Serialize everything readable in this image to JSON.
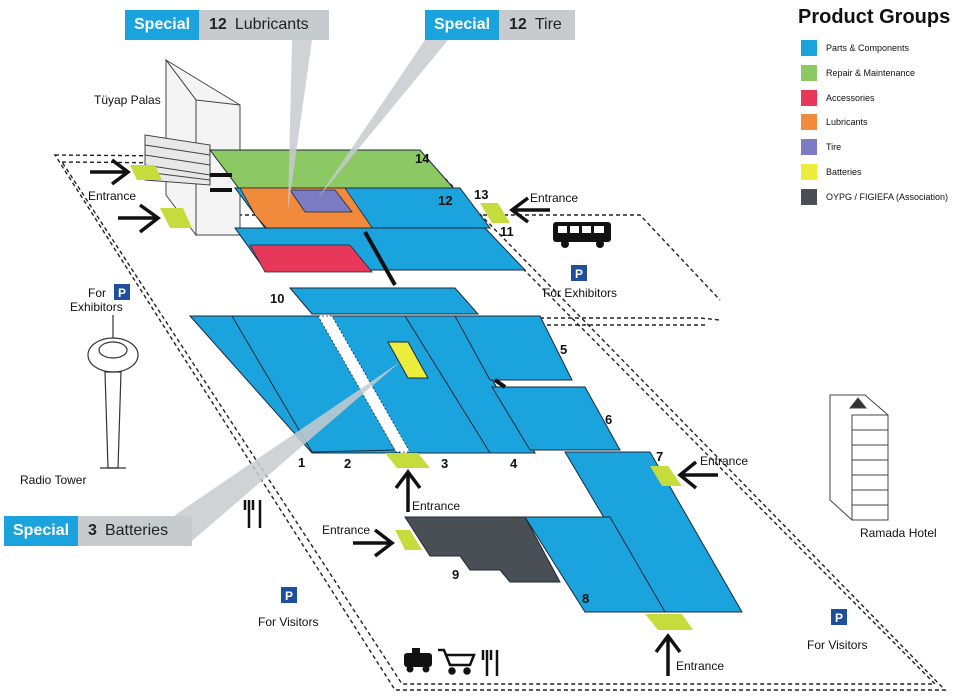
{
  "callouts": [
    {
      "special": "Special",
      "number": "12",
      "label": "Lubricants"
    },
    {
      "special": "Special",
      "number": "12",
      "label": "Tire"
    },
    {
      "special": "Special",
      "number": "3",
      "label": "Batteries"
    }
  ],
  "legend": {
    "title": "Product Groups",
    "items": [
      {
        "label": "Parts & Components",
        "color": "#1aa3dc"
      },
      {
        "label": "Repair & Maintenance",
        "color": "#8cc864"
      },
      {
        "label": "Accessories",
        "color": "#e8385a"
      },
      {
        "label": "Lubricants",
        "color": "#f28a3c"
      },
      {
        "label": "Tire",
        "color": "#7c7cc4"
      },
      {
        "label": "Batteries",
        "color": "#ecec3c"
      },
      {
        "label": "OYPG / FIGIEFA (Association)",
        "color": "#4a4f55"
      }
    ]
  },
  "colors": {
    "entrance_pad": "#c5dc3c",
    "parking_badge": "#1f4f9c",
    "callout_grey": "#c8cbce"
  },
  "halls": [
    "1",
    "2",
    "3",
    "4",
    "5",
    "6",
    "7",
    "8",
    "9",
    "10",
    "11",
    "12",
    "13",
    "14"
  ],
  "labels": {
    "entrance": "Entrance",
    "parking_symbol": "P",
    "for_exhibitors": "For Exhibitors",
    "for_exhibitors_line1": "For",
    "for_exhibitors_line2": "Exhibitors",
    "for_visitors": "For Visitors",
    "radio_tower": "Radio Tower",
    "tuyap_palas": "Tüyap Palas",
    "ramada_hotel": "Ramada Hotel"
  },
  "icons": [
    "bus-icon",
    "taxi-icon",
    "shopping-cart-icon",
    "restaurant-icon",
    "parking-icon",
    "entrance-arrow-icon"
  ]
}
